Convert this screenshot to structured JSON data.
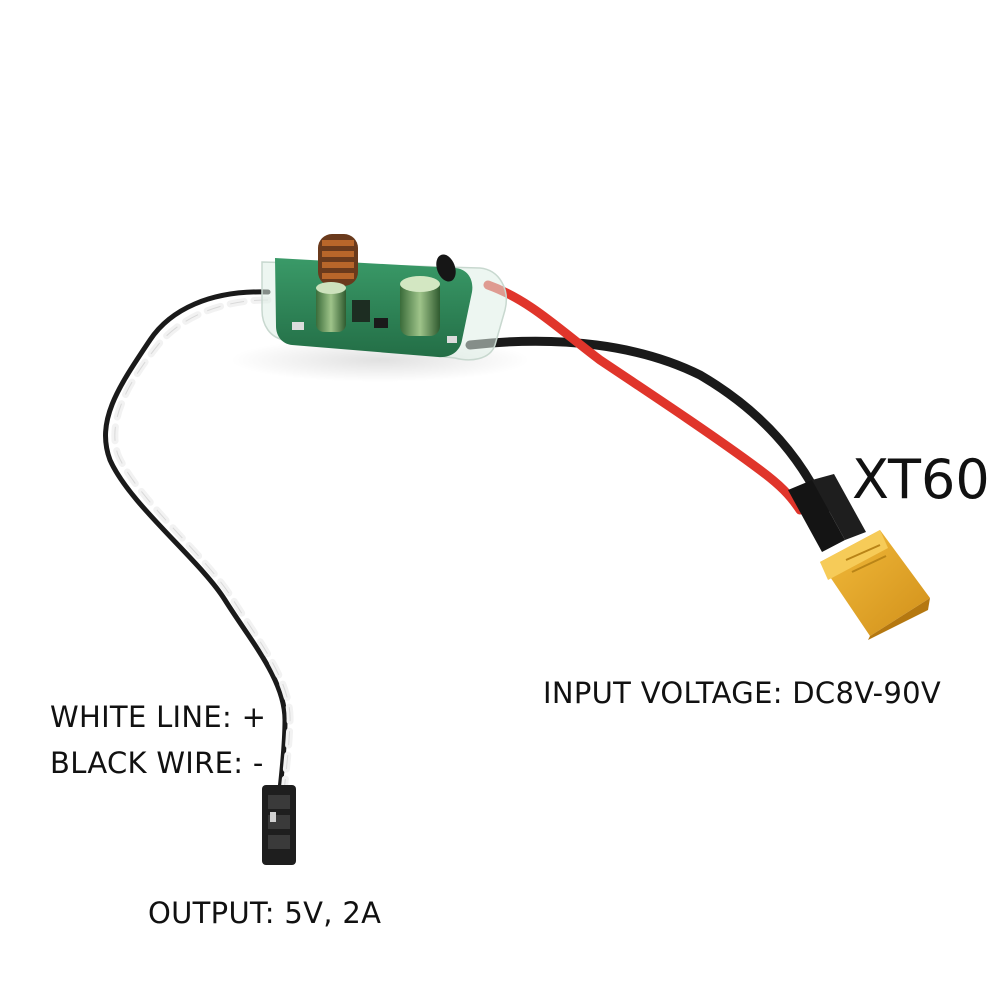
{
  "labels": {
    "connector": "XT60",
    "input_voltage": "INPUT VOLTAGE: DC8V-90V",
    "white_line": "WHITE LINE: +",
    "black_wire": "BLACK WIRE: -",
    "output": "OUTPUT: 5V, 2A"
  },
  "colors": {
    "background": "#ffffff",
    "pcb": "#2f8a5a",
    "red_wire": "#e0352b",
    "black_wire": "#1a1a1a",
    "white_wire": "#f4f4f4",
    "connector": "#e8a826"
  }
}
